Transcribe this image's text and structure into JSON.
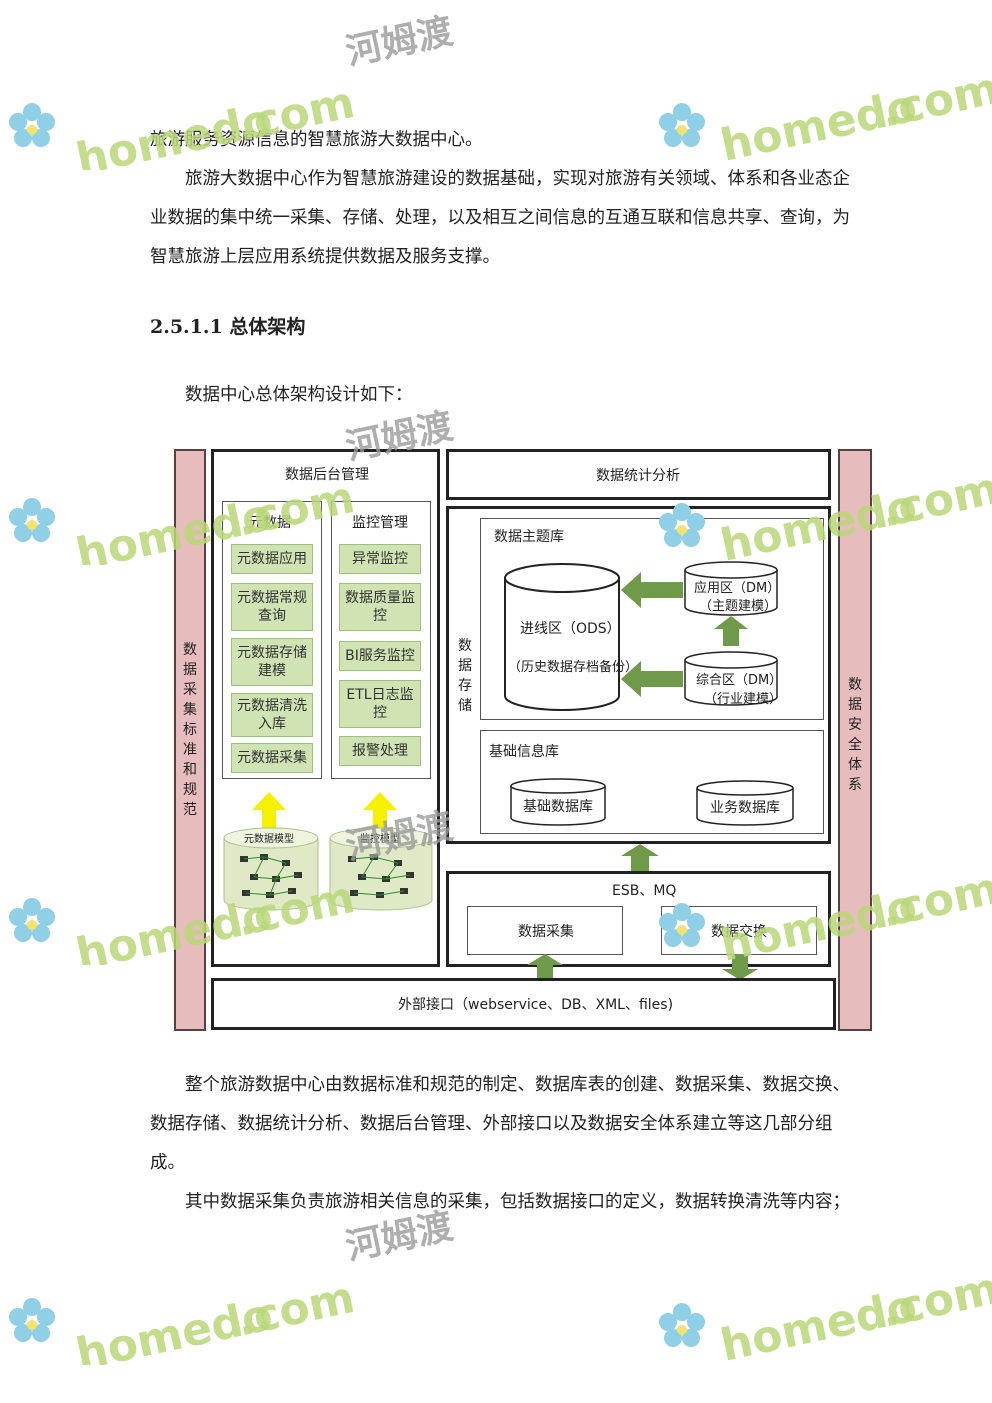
{
  "paragraphs": {
    "p0": "旅游服务资源信息的智慧旅游大数据中心。",
    "p1": "旅游大数据中心作为智慧旅游建设的数据基础，实现对旅游有关领域、体系和各业态企业数据的集中统一采集、存储、处理，以及相互之间信息的互通互联和信息共享、查询，为智慧旅游上层应用系统提供数据及服务支撑。",
    "heading": "2.5.1.1 总体架构",
    "intro": "数据中心总体架构设计如下：",
    "p2": "整个旅游数据中心由数据标准和规范的制定、数据库表的创建、数据采集、数据交换、数据存储、数据统计分析、数据后台管理、外部接口以及数据安全体系建立等这几部分组成。",
    "p3": "其中数据采集负责旅游相关信息的采集，包括数据接口的定义，数据转换清洗等内容；"
  },
  "diagram": {
    "left_bar": "数据采集标准和规范",
    "right_bar": "数据安全体系",
    "backend_title": "数据后台管理",
    "meta_title": "元数据",
    "meta_items": [
      "元数据应用",
      "元数据常规查询",
      "元数据存储建模",
      "元数据清洗入库",
      "元数据采集"
    ],
    "meta_db": "元数据模型",
    "monitor_title": "监控管理",
    "monitor_items": [
      "异常监控",
      "数据质量监控",
      "BI服务监控",
      "ETL日志监控",
      "报警处理"
    ],
    "monitor_db": "监控模型",
    "stats": "数据统计分析",
    "storage_label": "数据存储",
    "theme_db": "数据主题库",
    "ods_line1": "进线区（ODS）",
    "ods_line2": "（历史数据存档备份）",
    "app_zone_1": "应用区（DM）",
    "app_zone_2": "（主题建模）",
    "comp_zone_1": "综合区（DM）",
    "comp_zone_2": "（行业建模）",
    "base_info": "基础信息库",
    "base_db": "基础数据库",
    "biz_db": "业务数据库",
    "esb": "ESB、MQ",
    "collect": "数据采集",
    "exchange": "数据交换",
    "external": "外部接口（webservice、DB、XML、files)"
  },
  "watermark": {
    "brand": "homedo",
    "suffix": ".com",
    "cn": "河姆渡"
  },
  "colors": {
    "pink": "#e6bcbc",
    "green_box": "#cfe3b3",
    "arrow_green": "#6e9a4a",
    "arrow_yellow": "#f5f000",
    "watermark_green": "#b9d87a"
  }
}
